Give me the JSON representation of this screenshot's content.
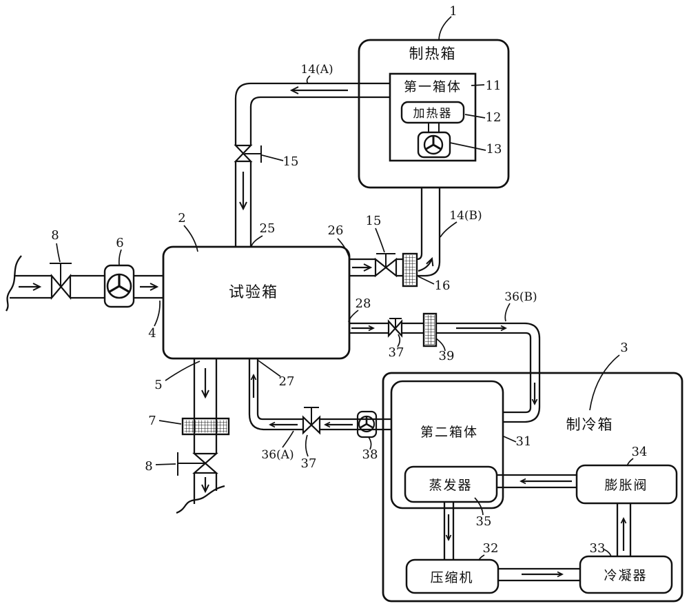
{
  "figure": {
    "components": {
      "heating_box": {
        "title": "制热箱",
        "ref": "1"
      },
      "first_chamber": {
        "title": "第一箱体",
        "ref": "11"
      },
      "heater": {
        "title": "加热器",
        "ref": "12"
      },
      "heater_fan": {
        "ref": "13"
      },
      "test_chamber": {
        "title": "试验箱",
        "ref": "2"
      },
      "cooling_box": {
        "title": "制冷箱",
        "ref": "3"
      },
      "second_chamber": {
        "title": "第二箱体",
        "ref": "31"
      },
      "evaporator": {
        "title": "蒸发器",
        "ref": "35"
      },
      "compressor": {
        "title": "压缩机",
        "ref": "32"
      },
      "condenser": {
        "title": "冷凝器",
        "ref": "33"
      },
      "expansion_valve": {
        "title": "膨胀阀",
        "ref": "34"
      }
    },
    "pipes": {
      "hot_supply": {
        "ref": "14(A)"
      },
      "hot_supply_valve": {
        "ref": "15"
      },
      "top_inlet": {
        "ref": "25"
      },
      "hot_return": {
        "ref": "26"
      },
      "hot_return_valve": {
        "ref": "15"
      },
      "hot_return_heater": {
        "ref": "16"
      },
      "hot_return_riser": {
        "ref": "14(B)"
      },
      "cold_supply": {
        "ref": "28"
      },
      "cold_supply_valve": {
        "ref": "37"
      },
      "cold_supply_heater": {
        "ref": "39"
      },
      "cold_supply_line": {
        "ref": "36(B)"
      },
      "cold_return_line": {
        "ref": "36(A)"
      },
      "cold_return_valve": {
        "ref": "37"
      },
      "cold_return_fan": {
        "ref": "38"
      },
      "chamber_return": {
        "ref": "27"
      },
      "inlet_port": {
        "ref": "4"
      },
      "inlet_fan": {
        "ref": "6"
      },
      "inlet_valve": {
        "ref": "8"
      },
      "outlet_pipe": {
        "ref": "5"
      },
      "outlet_heat_exchanger": {
        "ref": "7"
      },
      "outlet_valve": {
        "ref": "8"
      }
    },
    "colors": {
      "line": "#111111",
      "background": "#ffffff"
    }
  }
}
